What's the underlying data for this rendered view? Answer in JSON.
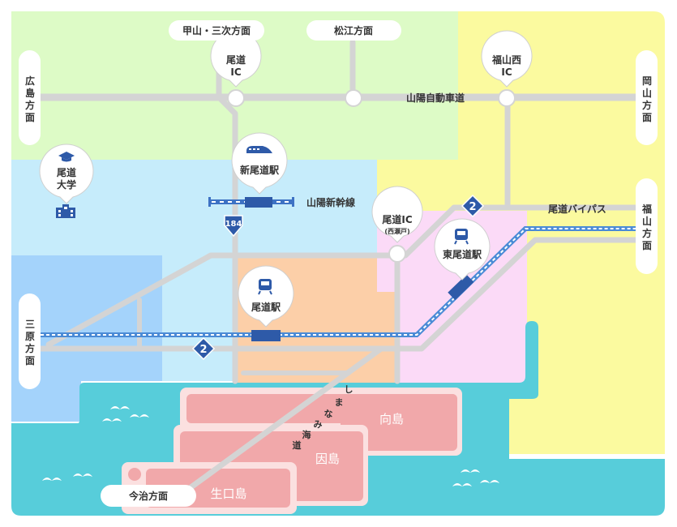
{
  "directions": {
    "konan_mitsugi": "甲山・三次方面",
    "matsue": "松江方面",
    "hiroshima": [
      "広",
      "島",
      "方",
      "面"
    ],
    "okayama": [
      "岡",
      "山",
      "方",
      "面"
    ],
    "fukuyama": [
      "福",
      "山",
      "方",
      "面"
    ],
    "mihara": [
      "三",
      "原",
      "方",
      "面"
    ],
    "imabari": "今治方面"
  },
  "pins": {
    "onomichi_ic": [
      "尾道",
      "IC"
    ],
    "fukuyama_nishi_ic": [
      "福山西",
      "IC"
    ],
    "shin_onomichi_station": "新尾道駅",
    "onomichi_university": [
      "尾道",
      "大学"
    ],
    "onomichi_ic_nishiseto": "尾道IC",
    "onomichi_ic_nishiseto_sub": "(西瀬戸)",
    "higashi_onomichi_station": "東尾道駅",
    "onomichi_station": "尾道駅"
  },
  "roads": {
    "sanyo_expressway": "山陽自動車道",
    "sanyo_shinkansen": "山陽新幹線",
    "onomichi_bypass": "尾道バイパス",
    "shimanami": [
      "し",
      "ま",
      "な",
      "み",
      "海",
      "道"
    ]
  },
  "route_shields": {
    "r184": "184",
    "r2_east": "2",
    "r2_west": "2"
  },
  "islands": {
    "mukaishima": "向島",
    "innoshima": "因島",
    "ikuchijima": "生口島"
  },
  "colors": {
    "green_zone": "#ddfbc6",
    "yellow_zone": "#fbfa9f",
    "blue_zone": "#c6ecfb",
    "orange_zone": "#fccfa8",
    "pink_zone": "#fbdaf7",
    "dark_blue_zone": "#a4d3fb",
    "sea": "#57cdda",
    "island": "#f1a8aa",
    "road": "#d4d4d4",
    "accent": "#2e5aa8",
    "rail_blue": "#3875d1"
  }
}
